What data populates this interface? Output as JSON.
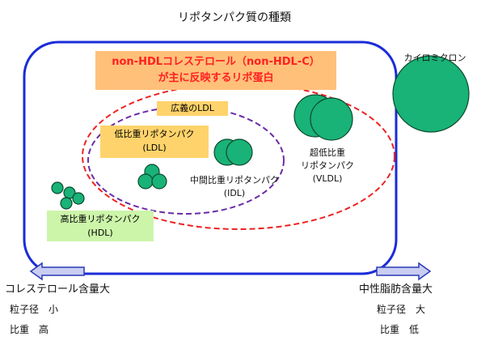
{
  "title": "リポタンパク質の種類",
  "highlight": {
    "line1": "non-HDLコレステロール（non-HDL-C）",
    "line2": "が主に反映するリポ蛋白",
    "text_color": "#ff2020",
    "fill": "#ffc07a"
  },
  "broad_ldl": "広義のLDL",
  "ldl": {
    "line1": "低比重リポタンパク",
    "line2": "(LDL)"
  },
  "idl": {
    "line1": "中間比重リポタンパク",
    "line2": "(IDL)"
  },
  "vldl": {
    "line1": "超低比重",
    "line2": "リポタンパク",
    "line3": "(VLDL)"
  },
  "hdl": {
    "line1": "高比重リポタンパク",
    "line2": "(HDL)"
  },
  "chylomicron": "カイロミクロン",
  "left_side": {
    "heading": "コレステロール含量大",
    "size": "粒子径　小",
    "density": "比重　高"
  },
  "right_side": {
    "heading": "中性脂肪含量大",
    "size": "粒子径　大",
    "density": "比重　低"
  },
  "colors": {
    "frame": "#1a2cd8",
    "particle": "#19b277",
    "particle_stroke": "#0a4a2e",
    "red_dash": "#ee2222",
    "purple_dash": "#6a2ca8",
    "label_yellow": "#ffd36b",
    "hdl_green": "#ccf5aa",
    "arrow_fill": "#c9cdf2",
    "arrow_stroke": "#2a3ab5"
  }
}
